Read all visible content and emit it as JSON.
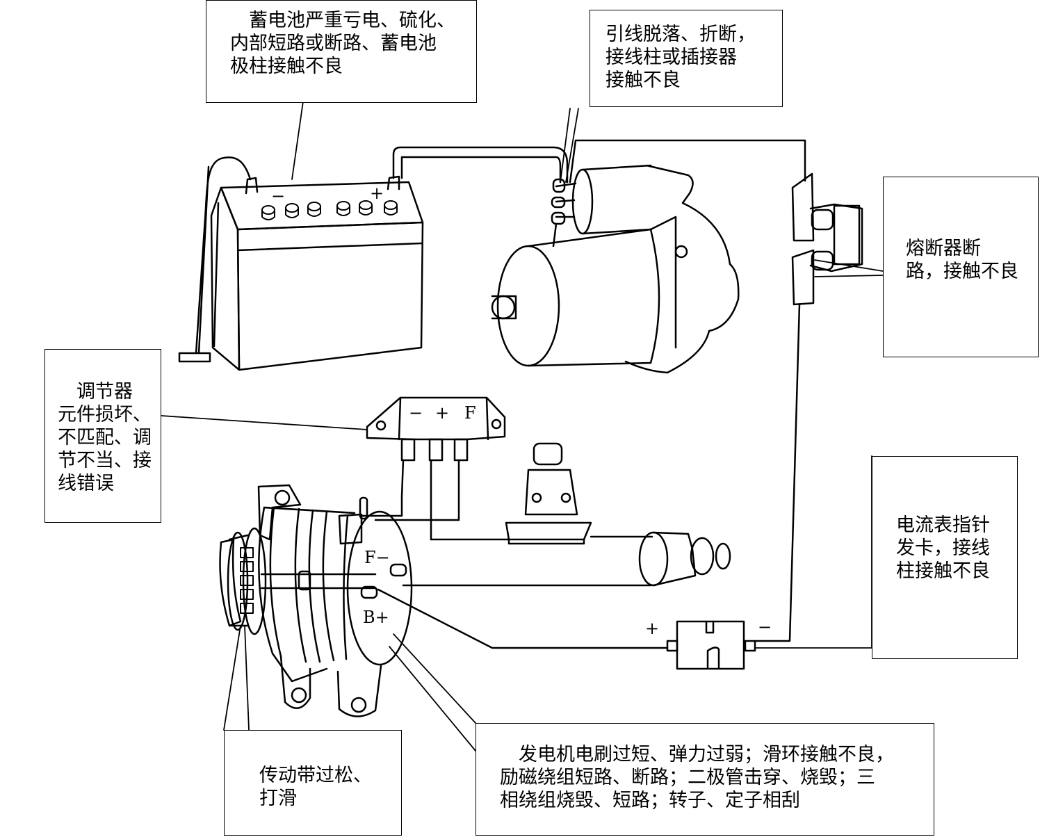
{
  "callouts": {
    "battery": "　蓄电池严重亏电、硫化、\n内部短路或断路、蓄电池\n极柱接触不良",
    "wiring": "引线脱落、折断，\n接线柱或插接器\n接触不良",
    "fuse": "熔断器断\n路，接触不良",
    "regulator": "　调节器\n元件损坏、\n不匹配、调\n节不当、接\n线错误",
    "ammeter": "电流表指针\n发卡，接线\n柱接触不良",
    "belt": "传动带过松、\n打滑",
    "alternator": "　发电机电刷过短、弹力过弱；滑环接触不良，\n励磁绕组短路、断路；二极管击穿、烧毁；三\n相绕组烧毁、短路；转子、定子相刮"
  },
  "terminals": {
    "battery_neg": "−",
    "battery_pos": "+",
    "regulator_neg": "−",
    "regulator_pos": "+",
    "regulator_f": "F",
    "alt_f": "F−",
    "alt_b": "B+",
    "ammeter_pos": "+",
    "ammeter_neg": "−"
  }
}
